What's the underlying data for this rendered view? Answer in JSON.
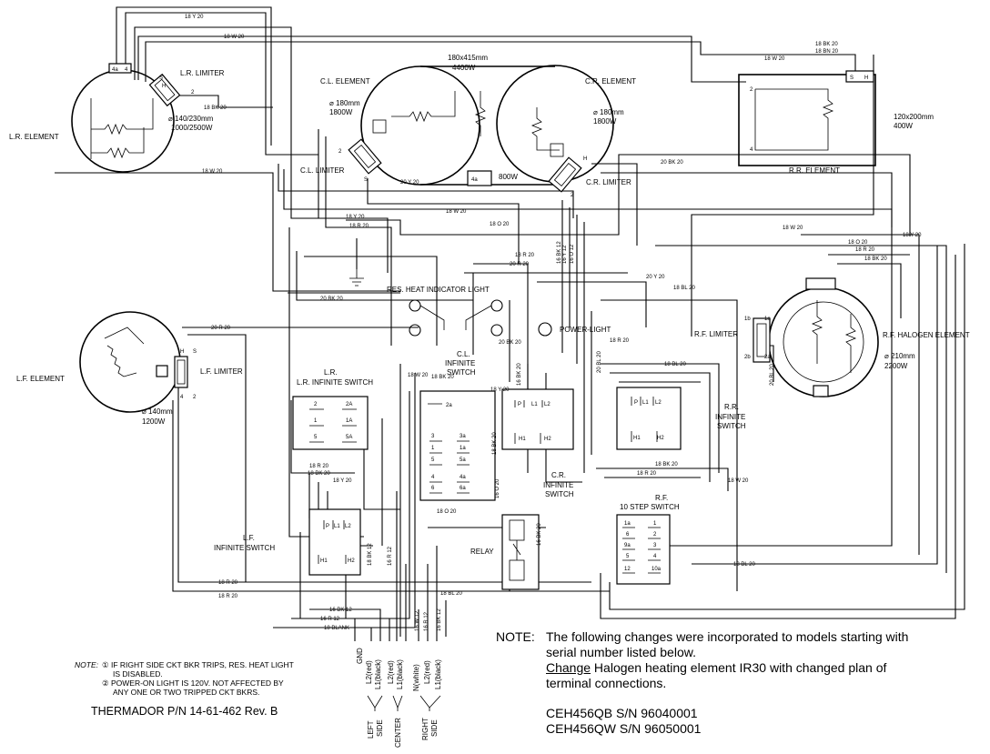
{
  "elements": {
    "lr": {
      "name": "L.R. ELEMENT",
      "size": "⌀ 140/230mm",
      "watts": "1000/2500W"
    },
    "cl": {
      "name": "C.L. ELEMENT",
      "size": "⌀ 180mm",
      "watts": "1800W"
    },
    "cr": {
      "name": "C.R. ELEMENT",
      "size": "⌀ 180mm",
      "watts": "1800W"
    },
    "center_bridge": {
      "size": "180x415mm",
      "watts": "4400W",
      "bridge_watts": "800W",
      "bridge_terminal": "4a"
    },
    "rr": {
      "name": "R.R. ELEMENT",
      "size": "120x200mm",
      "watts": "400W"
    },
    "lf": {
      "name": "L.F. ELEMENT",
      "size": "⌀ 140mm",
      "watts": "1200W"
    },
    "rf": {
      "name": "R.F. HALOGEN ELEMENT",
      "size": "⌀ 210mm",
      "watts": "2200W"
    }
  },
  "limiters": {
    "lr": "L.R. LIMITER",
    "cl": "C.L. LIMITER",
    "cr": "C.R. LIMITER",
    "lf": "L.F. LIMITER",
    "rf": "R.F. LIMITER"
  },
  "switches": {
    "lr": {
      "name": "L.R. INFINITE SWITCH",
      "terminals": [
        "2",
        "2A",
        "1",
        "1A",
        "5",
        "5A"
      ]
    },
    "cl": {
      "name": "C.L. INFINITE SWITCH",
      "terminals": [
        "2a",
        "3",
        "3a",
        "1",
        "1a",
        "5",
        "5a",
        "4",
        "4a",
        "6",
        "6a"
      ]
    },
    "cr": {
      "name": "C.R. INFINITE SWITCH",
      "terminals": [
        "P",
        "L1",
        "L2",
        "H1",
        "H2"
      ]
    },
    "lf": {
      "name": "L.F. INFINITE SWITCH",
      "terminals": [
        "P",
        "L1",
        "L2",
        "H1",
        "H2"
      ]
    },
    "rr": {
      "name": "R.R. INFINITE SWITCH",
      "terminals": [
        "P",
        "L1",
        "L2",
        "H1",
        "H2"
      ]
    },
    "rf": {
      "name": "R.F. 10 STEP SWITCH",
      "terminals": [
        "1a",
        "1",
        "6",
        "2",
        "9a",
        "3",
        "5",
        "4",
        "12",
        "10a"
      ]
    }
  },
  "relay": "RELAY",
  "indicators": {
    "res_heat": "RES. HEAT INDICATOR LIGHT",
    "power": "POWER-LIGHT"
  },
  "wires": {
    "w1": "18 Y 20",
    "w2": "18 W 20",
    "w3": "18 BK 20",
    "w4": "18 BL 20",
    "w5": "18 O 20",
    "w6": "18 R 20",
    "w7": "16 BK 12",
    "w8": "16 R 12",
    "w9": "16 Y 12",
    "w10": "20 R 20",
    "w11": "20 Y 20",
    "w12": "20 BK 20",
    "w13": "18 BN 20",
    "w14": "16 W 12",
    "w15": "16 O 12",
    "w16": "16 BK 20",
    "w17": "16 O 20",
    "w18": "18 BLANK",
    "w19": "20 BL 20",
    "w20": "18 BK 12",
    "w21": "18 BK 20",
    "w22": "18 O 20"
  },
  "supply_labels": [
    "GND",
    "L2(red)",
    "L1(black)",
    "L2(red)",
    "L1(black)",
    "N(white)",
    "L2(red)",
    "L1(black)"
  ],
  "supply_groups": [
    "LEFT SIDE",
    "CENTER",
    "RIGHT SIDE"
  ],
  "note_main": {
    "heading": "NOTE:",
    "line1": "The following changes were incorporated to models starting with",
    "line2": "serial number listed below.",
    "change_word": "Change",
    "line3": " Halogen heating element IR30 with changed plan of",
    "line4": "terminal connections.",
    "model1": "CEH456QB S/N 96040001",
    "model2": "CEH456QW S/N 96050001"
  },
  "footnotes": {
    "label": "NOTE:",
    "n1_a": "① IF RIGHT SIDE CKT BKR TRIPS, RES. HEAT LIGHT",
    "n1_b": "IS DISABLED.",
    "n2_a": "② POWER-ON LIGHT IS 120V. NOT AFFECTED BY",
    "n2_b": "ANY ONE OR TWO TRIPPED CKT BKRS."
  },
  "part_number": "THERMADOR P/N 14-61-462 Rev. B",
  "colors": {
    "ink": "#000000",
    "paper": "#ffffff"
  }
}
